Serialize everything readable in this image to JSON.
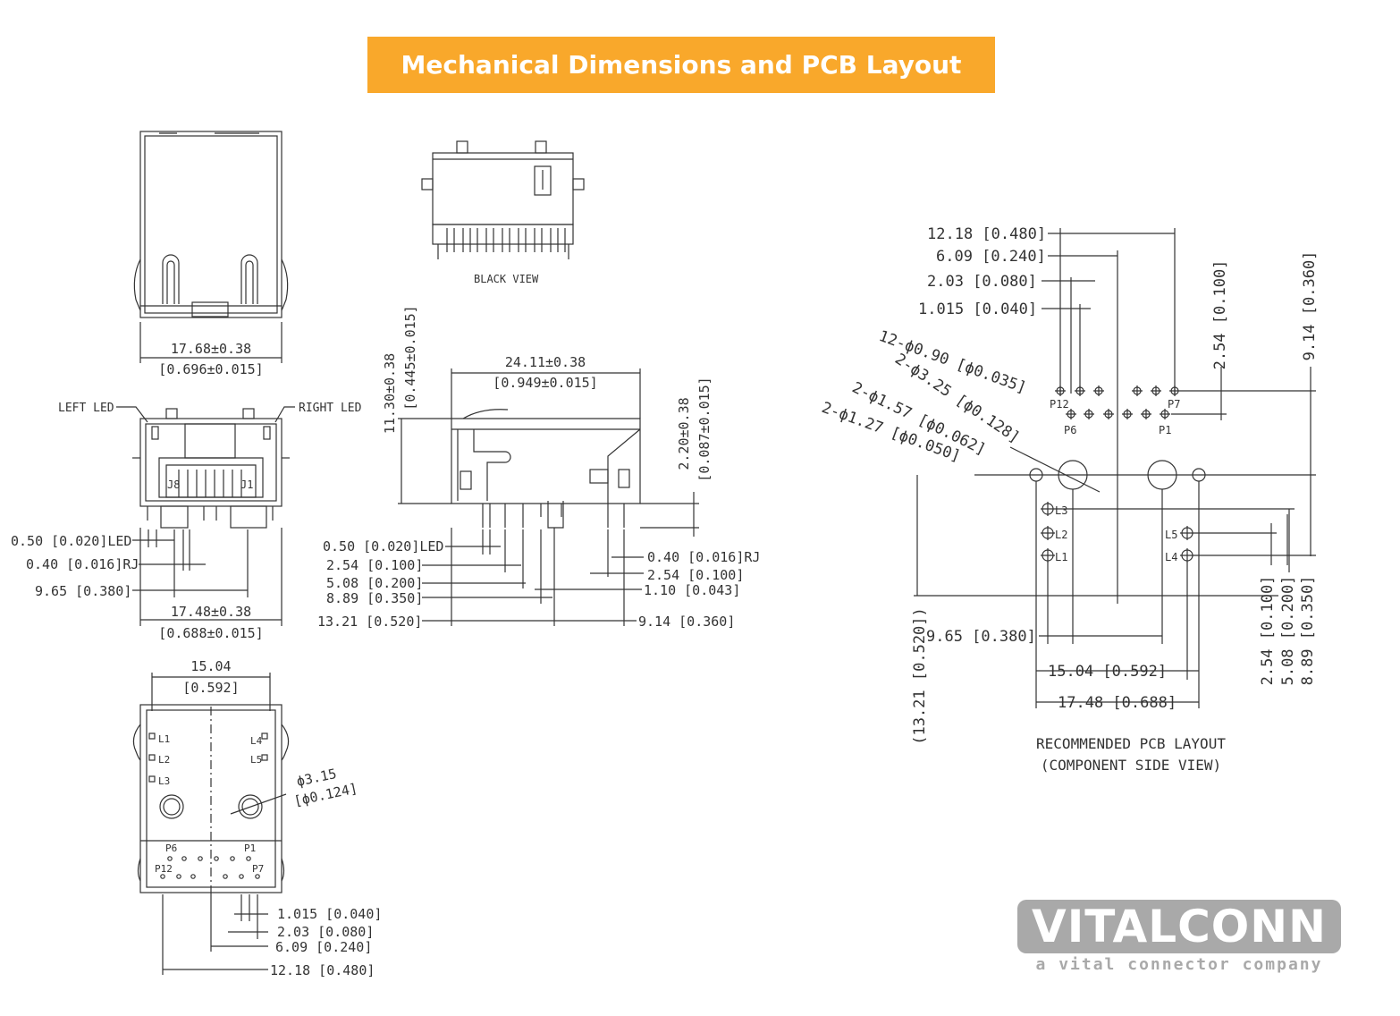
{
  "header": {
    "title": "Mechanical Dimensions and PCB Layout"
  },
  "front_view": {
    "width": "17.68±0.38",
    "width_in": "[0.696±0.015]",
    "left_led": "LEFT LED",
    "right_led": "RIGHT LED",
    "j8": "J8",
    "j1": "J1",
    "led_pin": "0.50 [0.020]LED",
    "rj_pin": "0.40 [0.016]RJ",
    "spacing": "9.65 [0.380]",
    "pin_span": "17.48±0.38",
    "pin_span_in": "[0.688±0.015]"
  },
  "back_view": {
    "label": "BLACK VIEW"
  },
  "side_view": {
    "height": "11.30±0.38",
    "height_in": "[0.445±0.015]",
    "depth": "24.11±0.38",
    "depth_in": "[0.949±0.015]",
    "standoff": "2.20±0.38",
    "standoff_in": "[0.087±0.015]",
    "led": "0.50 [0.020]LED",
    "d254": "2.54 [0.100]",
    "d508": "5.08 [0.200]",
    "d889": "8.89 [0.350]",
    "d1321": "13.21 [0.520]",
    "rj": "0.40 [0.016]RJ",
    "d254b": "2.54 [0.100]",
    "d110": "1.10 [0.043]",
    "d914": "9.14 [0.360]"
  },
  "bottom_view": {
    "width": "15.04",
    "width_in": "[0.592]",
    "l1": "L1",
    "l2": "L2",
    "l3": "L3",
    "l4": "L4",
    "l5": "L5",
    "hole": "ϕ3.15",
    "hole_in": "[ϕ0.124]",
    "p6": "P6",
    "p1": "P1",
    "p12": "P12",
    "p7": "P7",
    "d1015": "1.015 [0.040]",
    "d203": "2.03 [0.080]",
    "d609": "6.09 [0.240]",
    "d1218": "12.18 [0.480]"
  },
  "pcb_layout": {
    "d1218": "12.18 [0.480]",
    "d609": "6.09 [0.240]",
    "d203": "2.03 [0.080]",
    "d1015": "1.015 [0.040]",
    "holes_090": "12-ϕ0.90 [ϕ0.035]",
    "holes_325": "2-ϕ3.25 [ϕ0.128]",
    "holes_157": "2-ϕ1.57 [ϕ0.062]",
    "holes_127": "2-ϕ1.27 [ϕ0.050]",
    "v254": "2.54 [0.100]",
    "v914": "9.14 [0.360]",
    "p12": "P12",
    "p7": "P7",
    "p6": "P6",
    "p1": "P1",
    "l3": "L3",
    "l2": "L2",
    "l1": "L1",
    "l5": "L5",
    "l4": "L4",
    "v1321": "(13.21 [0.520])",
    "h965": "9.65 [0.380]",
    "h1504": "15.04 [0.592]",
    "h1748": "17.48 [0.688]",
    "r254": "2.54 [0.100]",
    "r508": "5.08 [0.200]",
    "r889": "8.89 [0.350]",
    "caption1": "RECOMMENDED PCB LAYOUT",
    "caption2": "(COMPONENT SIDE VIEW)"
  },
  "logo": {
    "name": "VITALCONN",
    "tagline": "a vital connector company"
  }
}
